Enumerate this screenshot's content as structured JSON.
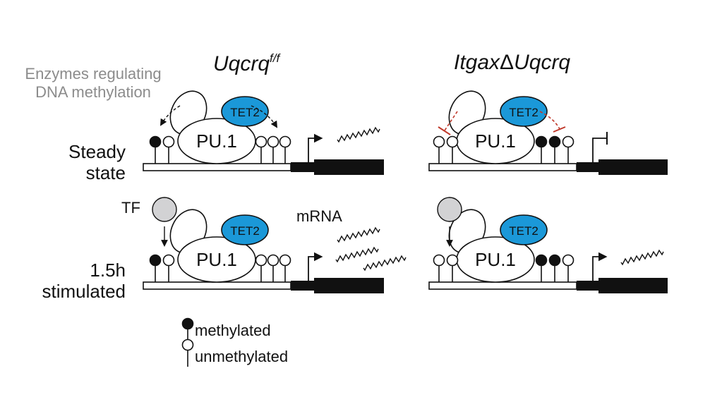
{
  "headers": {
    "left": {
      "base": "Uqcrq",
      "sup": "f/f"
    },
    "right": {
      "pre": "Itgax",
      "delta": "Δ",
      "post": "Uqcrq"
    }
  },
  "enzymes_label": [
    "Enzymes regulating",
    "DNA methylation"
  ],
  "row_labels": {
    "steady": [
      "Steady",
      "state"
    ],
    "stimulated": [
      "1.5h",
      "stimulated"
    ]
  },
  "protein_labels": {
    "pu1": "PU.1",
    "tet2": "TET2",
    "tf": "TF"
  },
  "mrna_label": "mRNA",
  "legend": {
    "methylated": "methylated",
    "unmethylated": "unmethylated"
  },
  "colors": {
    "tet2": "#1b98d8",
    "tf": "#d2d2d4",
    "inhibit": "#c0392b",
    "ink": "#111111",
    "enzyme_text": "#8c8c8c"
  }
}
